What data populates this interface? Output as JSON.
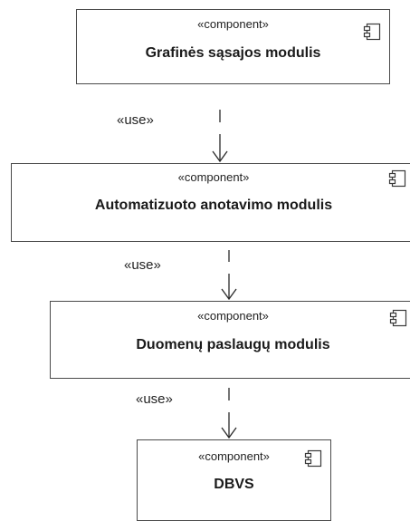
{
  "diagram": {
    "stereotype": "«component»",
    "components": [
      {
        "name": "Grafinės sąsajos modulis"
      },
      {
        "name": "Automatizuoto anotavimo modulis"
      },
      {
        "name": "Duomenų paslaugų modulis"
      },
      {
        "name": "DBVS"
      }
    ],
    "dependencies": [
      {
        "label": "«use»",
        "from": "Grafinės sąsajos modulis",
        "to": "Automatizuoto anotavimo modulis"
      },
      {
        "label": "«use»",
        "from": "Automatizuoto anotavimo modulis",
        "to": "Duomenų paslaugų modulis"
      },
      {
        "label": "«use»",
        "from": "Duomenų paslaugų modulis",
        "to": "DBVS"
      }
    ],
    "colors": {
      "line": "#4a4a4a",
      "background": "#ffffff",
      "text": "#1a1a1a"
    }
  }
}
